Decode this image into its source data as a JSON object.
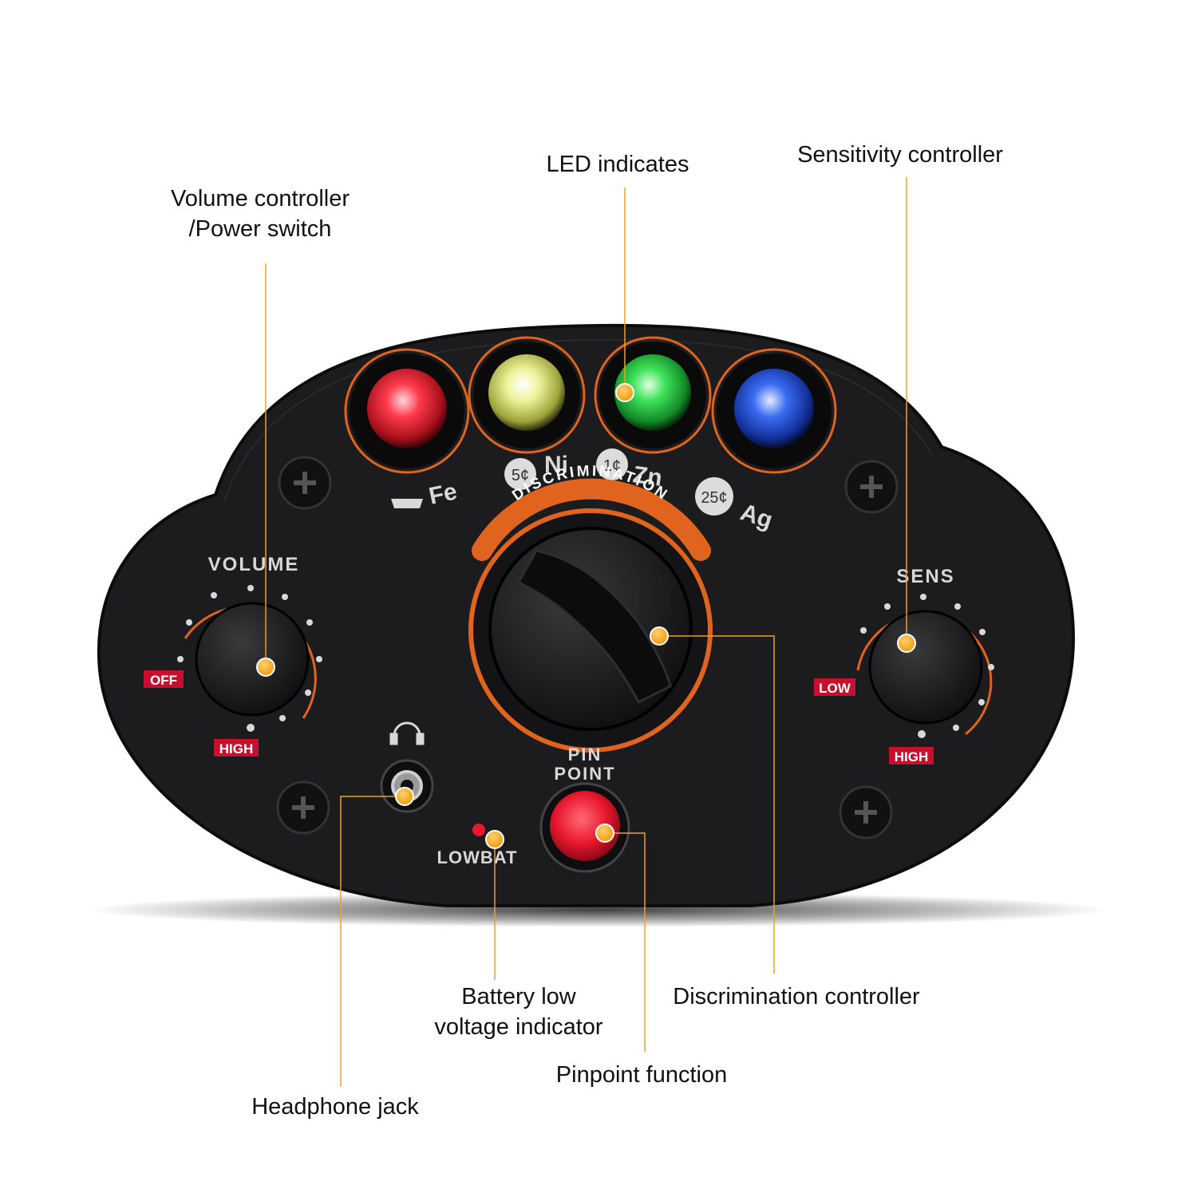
{
  "callouts": {
    "volume_line1": "Volume controller",
    "volume_line2": "/Power switch",
    "led": "LED indicates",
    "sensitivity": "Sensitivity controller",
    "battery_line1": "Battery low",
    "battery_line2": "voltage indicator",
    "discrimination": "Discrimination controller",
    "pinpoint": "Pinpoint function",
    "headphone": "Headphone jack"
  },
  "panel": {
    "volume_label": "VOLUME",
    "volume_off": "OFF",
    "volume_high": "HIGH",
    "sens_label": "SENS",
    "sens_low": "LOW",
    "sens_high": "HIGH",
    "discrimination_label": "DISCRIMINATION",
    "pinpoint_line1": "PIN",
    "pinpoint_line2": "POINT",
    "lowbat": "LOWBAT",
    "metals": {
      "fe": "Fe",
      "ni": "Ni",
      "zn": "Zn",
      "ag": "Ag",
      "coin_ni": "5¢",
      "coin_zn": "1¢",
      "coin_ag": "25¢"
    }
  },
  "leds": [
    {
      "name": "red",
      "color": "#e8283a"
    },
    {
      "name": "yellow",
      "color": "#e6ef6a"
    },
    {
      "name": "green",
      "color": "#2fd84a"
    },
    {
      "name": "blue",
      "color": "#2a55e6"
    }
  ],
  "colors": {
    "accent_orange": "#e0641e",
    "callout_dot": "#f5a31a",
    "callout_line": "#f0a020",
    "panel_black": "#1c1c1e",
    "tag_red": "#c8102e"
  }
}
